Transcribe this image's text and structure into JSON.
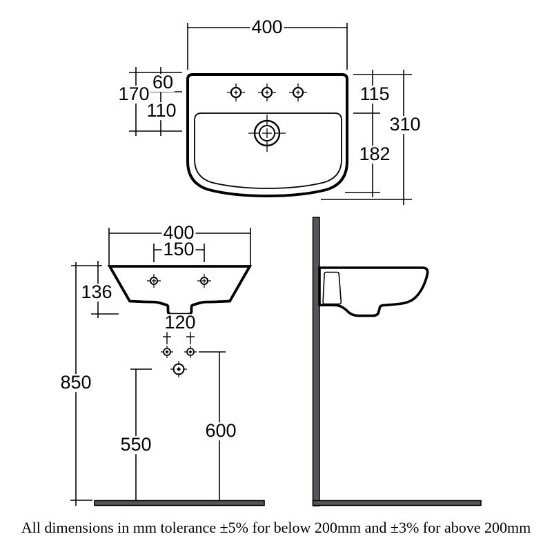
{
  "note": "All dimensions in mm tolerance ±5% for below 200mm and ±3% for above 200mm",
  "colors": {
    "line": "#000000",
    "wall_fill": "#55565b",
    "background": "#ffffff"
  },
  "top_view": {
    "overall_width": "400",
    "holes_offset": "60",
    "holes_total_offset": "170",
    "holes_to_drain": "110",
    "rim_to_bowl": "115",
    "overall_depth": "310",
    "bowl_to_front": "182"
  },
  "front_view": {
    "overall_width": "400",
    "fixing_centres": "150",
    "basin_height": "136",
    "outlet_width": "120",
    "rim_height": "850",
    "bracket_height": "550",
    "fixing_height": "600"
  }
}
